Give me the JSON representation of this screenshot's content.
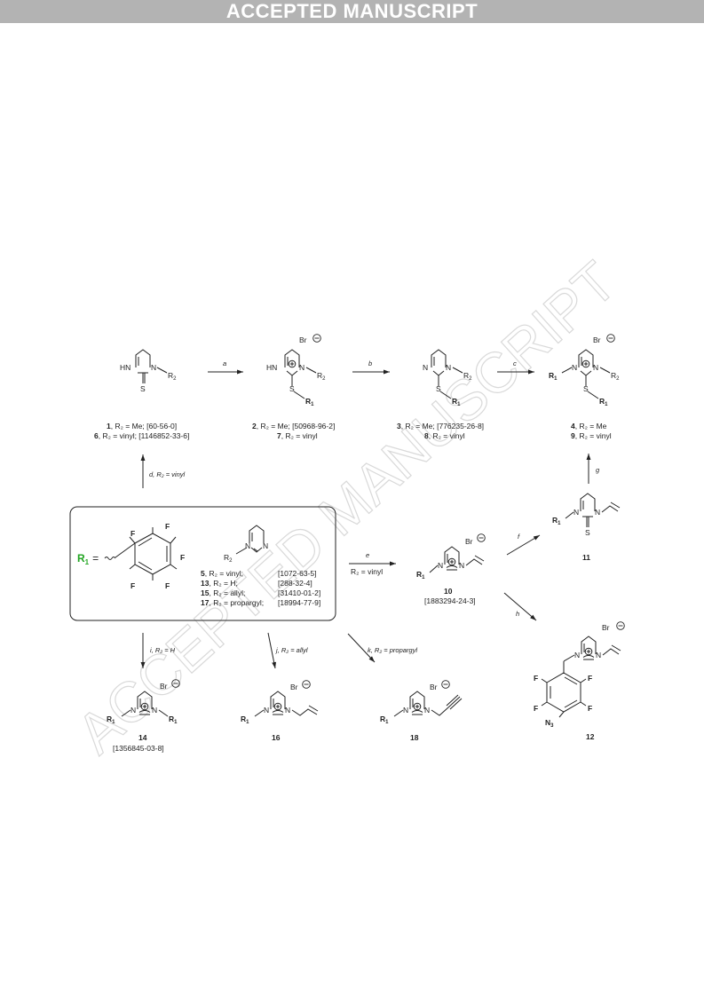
{
  "banner": "ACCEPTED MANUSCRIPT",
  "watermark": "ACCEPTED MANUSCRIPT",
  "colors": {
    "green": "#22a522",
    "blue": "#2222cc",
    "banner_bg": "#b3b3b3"
  },
  "atoms": {
    "R1": "R",
    "R1_sub": "1",
    "R2": "R",
    "R2_sub": "2",
    "N": "N",
    "HN": "HN",
    "S": "S",
    "F": "F",
    "Br": "Br",
    "N3": "N",
    "N3_sub": "3",
    "eq": "="
  },
  "compounds": {
    "c1": {
      "num": "1",
      "text": ", R₂ = Me; [60-56-0]"
    },
    "c6": {
      "num": "6",
      "text": ", R₂ = vinyl; [1146852-33-6]"
    },
    "c2": {
      "num": "2",
      "text": ", R₂ = Me; [50968-96-2]"
    },
    "c7": {
      "num": "7",
      "text": ", R₂ = vinyl"
    },
    "c3": {
      "num": "3",
      "text": ", R₂ = Me; [776235-26-8]"
    },
    "c8": {
      "num": "8",
      "text": ", R₂ = vinyl"
    },
    "c4": {
      "num": "4",
      "text": ", R₂ = Me"
    },
    "c9": {
      "num": "9",
      "text": ", R₂ = vinyl"
    },
    "c10": {
      "num": "10",
      "cas": "[1883294-24-3]"
    },
    "c11": {
      "num": "11"
    },
    "c12": {
      "num": "12"
    },
    "c14": {
      "num": "14",
      "cas": "[1356845-03-8]"
    },
    "c16": {
      "num": "16"
    },
    "c18": {
      "num": "18"
    }
  },
  "box_list": [
    {
      "num": "5",
      "r2": ",   R₂ = vinyl;",
      "cas": "[1072-63-5]"
    },
    {
      "num": "13",
      "r2": ", R₂ = H;",
      "cas": "[288-32-4]"
    },
    {
      "num": "15",
      "r2": ", R₂ = allyl;",
      "cas": "[31410-01-2]"
    },
    {
      "num": "17",
      "r2": ", R₂ = propargyl;",
      "cas": "[18994-77-9]"
    }
  ],
  "reagents": {
    "a": "a",
    "b": "b",
    "c": "c",
    "d": "d, R₂ = vinyl",
    "e": "e",
    "e_cond": "R₂ = vinyl",
    "f": "f",
    "g": "g",
    "h": "h",
    "i": "i, R₂ = H",
    "j": "j, R₂ = allyl",
    "k": "k, R₂ = propargyl"
  }
}
